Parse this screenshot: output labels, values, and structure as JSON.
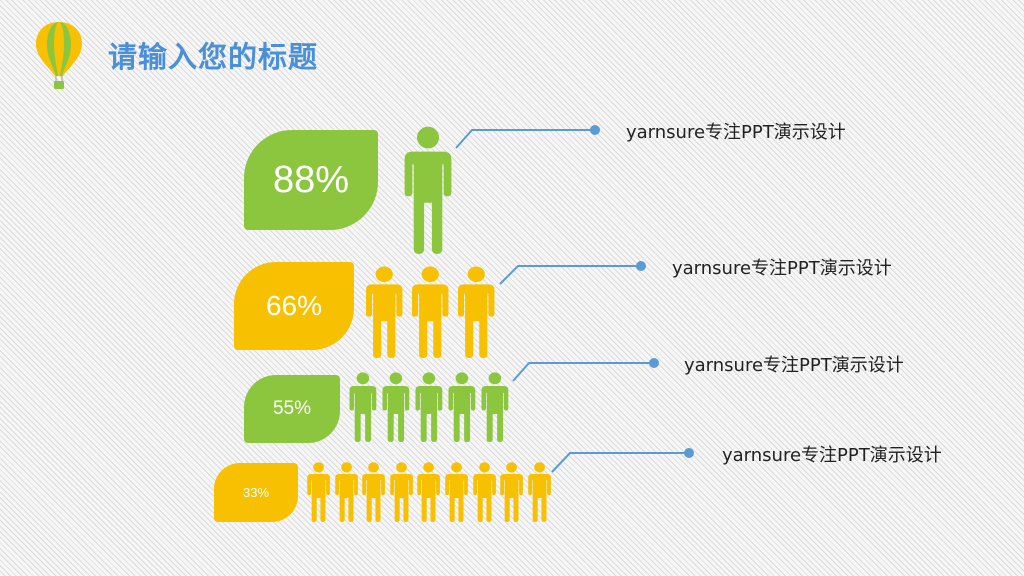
{
  "header": {
    "title": "请输入您的标题",
    "icon": "hot-air-balloon-icon"
  },
  "colors": {
    "green": "#8cc63f",
    "yellow": "#f7c000",
    "blue": "#4a90d9",
    "line": "#5b9bd5"
  },
  "rows": [
    {
      "percent": "88%",
      "value": 88,
      "people": 1,
      "color": "green",
      "label": "yarnsure专注PPT演示设计"
    },
    {
      "percent": "66%",
      "value": 66,
      "people": 3,
      "color": "yellow",
      "label": "yarnsure专注PPT演示设计"
    },
    {
      "percent": "55%",
      "value": 55,
      "people": 5,
      "color": "green",
      "label": "yarnsure专注PPT演示设计"
    },
    {
      "percent": "33%",
      "value": 33,
      "people": 9,
      "color": "yellow",
      "label": "yarnsure专注PPT演示设计"
    }
  ]
}
